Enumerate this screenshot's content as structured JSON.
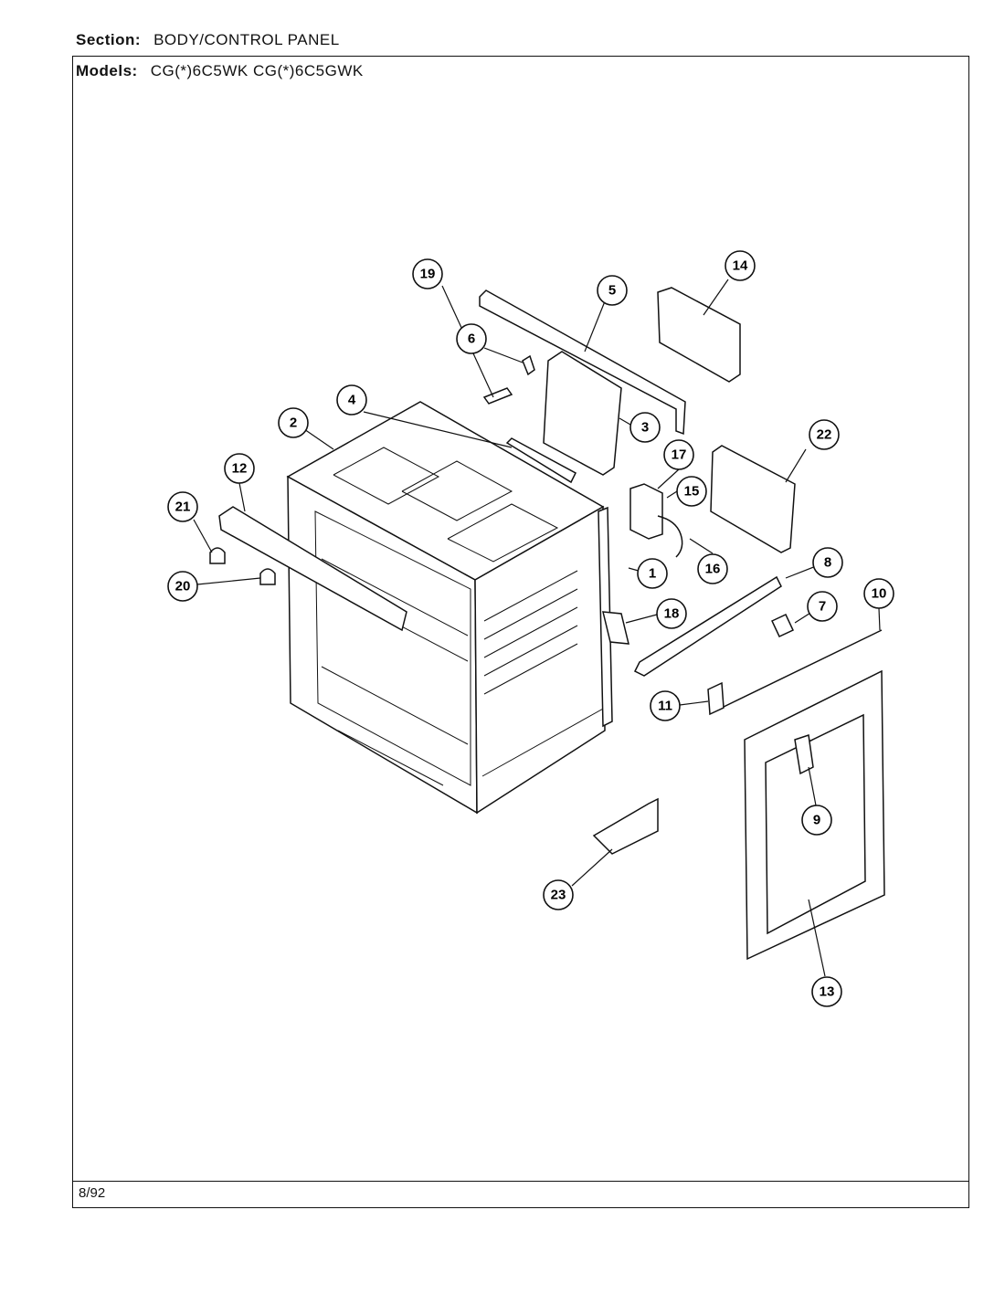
{
  "header": {
    "section_label": "Section:",
    "section_value": "BODY/CONTROL PANEL",
    "models_label": "Models:",
    "models_value": "CG(*)6C5WK   CG(*)6C5GWK"
  },
  "footer": {
    "date": "8/92"
  },
  "callouts": [
    {
      "id": "1",
      "label": "1"
    },
    {
      "id": "2",
      "label": "2"
    },
    {
      "id": "3",
      "label": "3"
    },
    {
      "id": "4",
      "label": "4"
    },
    {
      "id": "5",
      "label": "5"
    },
    {
      "id": "6",
      "label": "6"
    },
    {
      "id": "7",
      "label": "7"
    },
    {
      "id": "8",
      "label": "8"
    },
    {
      "id": "9",
      "label": "9"
    },
    {
      "id": "10",
      "label": "10"
    },
    {
      "id": "11",
      "label": "11"
    },
    {
      "id": "12",
      "label": "12"
    },
    {
      "id": "13",
      "label": "13"
    },
    {
      "id": "14",
      "label": "14"
    },
    {
      "id": "15",
      "label": "15"
    },
    {
      "id": "16",
      "label": "16"
    },
    {
      "id": "17",
      "label": "17"
    },
    {
      "id": "18",
      "label": "18"
    },
    {
      "id": "19",
      "label": "19"
    },
    {
      "id": "20",
      "label": "20"
    },
    {
      "id": "21",
      "label": "21"
    },
    {
      "id": "22",
      "label": "22"
    },
    {
      "id": "23",
      "label": "23"
    }
  ]
}
